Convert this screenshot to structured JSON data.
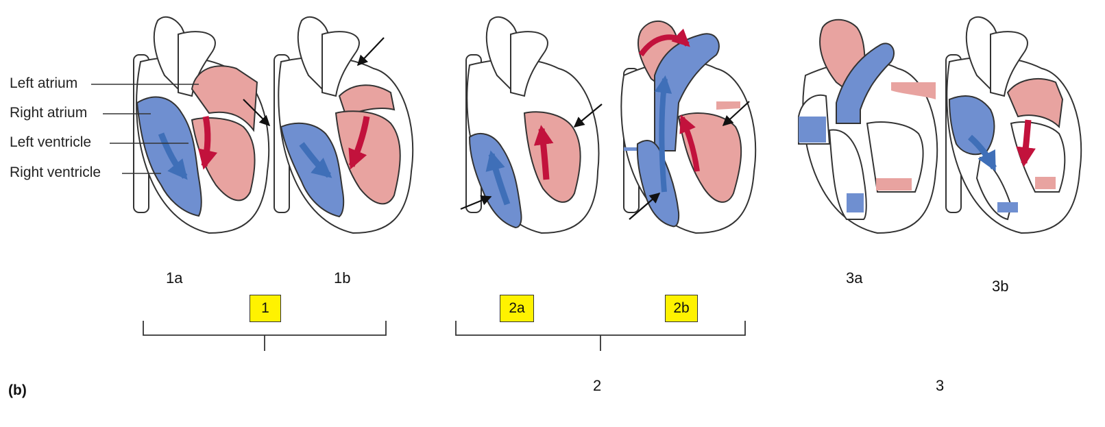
{
  "labels": {
    "left_atrium": "Left atrium",
    "right_atrium": "Right atrium",
    "left_ventricle": "Left ventricle",
    "right_ventricle": "Right ventricle"
  },
  "panels": [
    "1a",
    "1b",
    "3a",
    "3b"
  ],
  "phases": [
    "1",
    "2a",
    "2b"
  ],
  "groups": [
    "2",
    "3"
  ],
  "figure_tag": "(b)",
  "colors": {
    "deoxygenated_blue": "#6f8fd0",
    "oxygenated_pink": "#e8a3a0",
    "arrow_red": "#c2123c",
    "arrow_blue": "#3f6fb8",
    "phase_box": "#fff200"
  }
}
